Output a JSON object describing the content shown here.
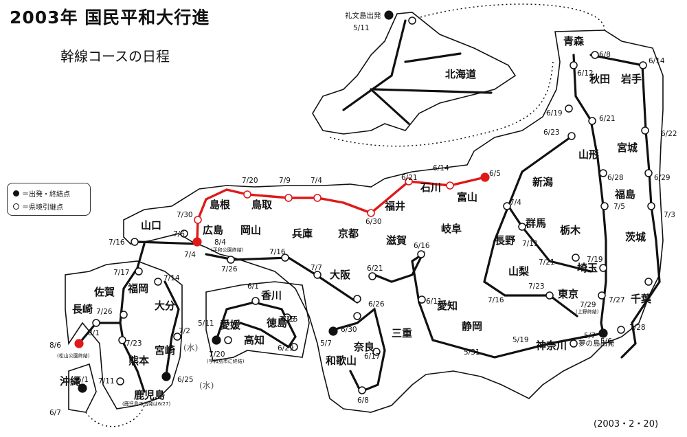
{
  "title": "2003年 国民平和大行進",
  "subtitle": "幹線コースの日程",
  "footer": "(2003・2・20)",
  "legend": {
    "start_end": "＝出発・終結点",
    "relay": "＝県境引継点"
  },
  "route_color": "#e01818",
  "prefectures": {
    "hokkaido": "北海道",
    "aomori": "青森",
    "akita": "秋田",
    "iwate": "岩手",
    "yamagata": "山形",
    "miyagi": "宮城",
    "fukushima": "福島",
    "niigata": "新潟",
    "tochigi": "栃木",
    "ibaraki": "茨城",
    "gunma": "群馬",
    "saitama": "埼玉",
    "chiba": "千葉",
    "tokyo": "東京",
    "kanagawa": "神奈川",
    "yamanashi": "山梨",
    "nagano": "長野",
    "shizuoka": "静岡",
    "aichi": "愛知",
    "gifu": "岐阜",
    "toyama": "富山",
    "ishikawa": "石川",
    "fukui": "福井",
    "shiga": "滋賀",
    "mie": "三重",
    "kyoto": "京都",
    "nara": "奈良",
    "wakayama": "和歌山",
    "osaka": "大阪",
    "hyogo": "兵庫",
    "tottori": "鳥取",
    "shimane": "島根",
    "okayama": "岡山",
    "hiroshima": "広島",
    "yamaguchi": "山口",
    "kagawa": "香川",
    "tokushima": "徳島",
    "ehime": "愛媛",
    "kochi": "高知",
    "fukuoka": "福岡",
    "saga": "佐賀",
    "nagasaki": "長崎",
    "oita": "大分",
    "kumamoto": "熊本",
    "miyazaki": "宮崎",
    "kagoshima": "鹿児島",
    "okinawa": "沖縄"
  },
  "places": {
    "rebun": "礼文島出発",
    "yumenoshima": "夢の島出発"
  },
  "dates": {
    "rebun": "5/11",
    "d_6_8": "6/8",
    "d_6_14": "6/14",
    "d_6_12": "6/12",
    "d_6_19": "6/19",
    "d_6_21": "6/21",
    "d_6_22": "6/22",
    "d_6_23": "6/23",
    "d_6_28": "6/28",
    "d_6_29": "6/29",
    "d_7_5": "7/5",
    "d_7_3": "7/3",
    "d_6_5": "6/5",
    "d_6_14b": "6/14",
    "d_6_21b": "6/21",
    "d_6_30": "6/30",
    "d_7_20": "7/20",
    "d_7_9": "7/9",
    "d_7_4": "7/4",
    "d_7_30": "7/30",
    "d_7_6": "7/6",
    "d_7_16": "7/16",
    "d_8_4": "8/4",
    "d_7_4b": "7/4",
    "d_7_26": "7/26",
    "d_7_16b": "7/16",
    "d_7_7": "7/7",
    "d_6_21c": "6/21",
    "d_6_16": "6/16",
    "d_6_26": "6/26",
    "d_6_11": "6/11",
    "d_6_30b": "6/30",
    "d_5_7": "5/7",
    "d_6_17": "6/17",
    "d_6_8b": "6/8",
    "d_7_4c": "7/4",
    "d_7_11": "7/11",
    "d_7_21": "7/21",
    "d_7_19": "7/19",
    "d_7_23": "7/23",
    "d_7_16c": "7/16",
    "d_7_27": "7/27",
    "d_7_29": "7/29",
    "d_7_28": "7/28",
    "d_5_7b": "5/7",
    "d_5_6": "5/6",
    "d_5_19": "5/19",
    "d_5_31": "5/31",
    "d_7_15": "7/15",
    "d_6_1": "6/1",
    "d_5_11": "5/11",
    "d_6_15": "6/15",
    "d_7_20b": "7/20",
    "d_6_29b": "6/29",
    "d_7_17": "7/17",
    "d_7_14": "7/14",
    "d_7_26b": "7/26",
    "d_8_1": "8/1",
    "d_8_6": "8/6",
    "d_7_2": "7/2",
    "d_7_23b": "7/23",
    "d_6_25": "6/25",
    "d_7_11b": "7/11",
    "d_6_1b": "6/1",
    "d_6_7": "6/7"
  },
  "notes": {
    "heiwa": "(平和公園終結)",
    "ueno": "(上野終結)",
    "matsuyama": "(宇和島市に終結)",
    "nagasaki_end": "(松山公園終結)",
    "kagoshima_start": "(鹿児島の出発は6/27)"
  },
  "handwriting": {
    "h1": "(水)",
    "h2": "(水)"
  }
}
